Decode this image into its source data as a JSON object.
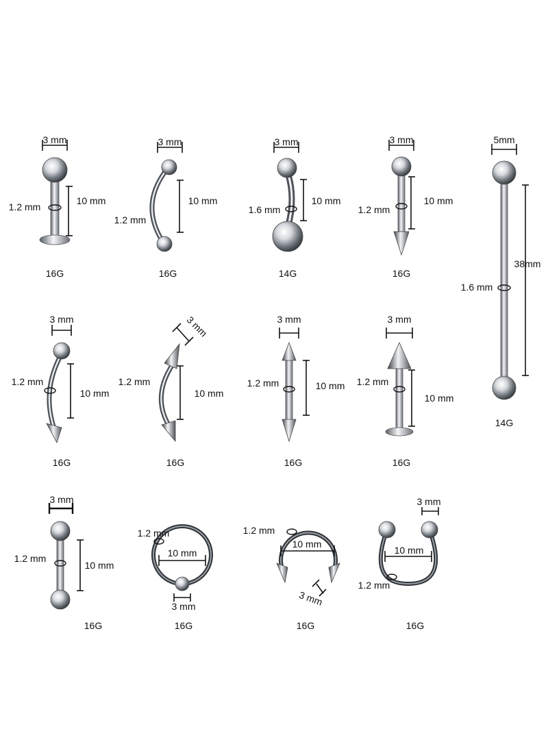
{
  "colors": {
    "line": "#111111",
    "metal_light": "#f2f3f5",
    "metal_mid": "#9aa0a6",
    "metal_dark": "#3e4247",
    "ring": "#4a4f55"
  },
  "items": [
    {
      "name": "labret-16g",
      "type": "labret",
      "ball": "3 mm",
      "thickness": "1.2 mm",
      "length": "10 mm",
      "gauge": "16G"
    },
    {
      "name": "curved-barbell-16g",
      "type": "curved-barbell",
      "ball": "3 mm",
      "thickness": "1.2 mm",
      "length": "10 mm",
      "gauge": "16G"
    },
    {
      "name": "belly-ring-14g",
      "type": "belly",
      "ball": "3 mm",
      "thickness": "1.6 mm",
      "length": "10 mm",
      "gauge": "14G"
    },
    {
      "name": "spike-bar-16g",
      "type": "spike-bar",
      "ball": "3 mm",
      "thickness": "1.2 mm",
      "length": "10 mm",
      "gauge": "16G"
    },
    {
      "name": "industrial-14g",
      "type": "industrial",
      "ball": "5mm",
      "thickness": "1.6 mm",
      "length": "38mm",
      "gauge": "14G"
    },
    {
      "name": "curved-ball-spike-16g",
      "type": "curved-ball-spike",
      "ball": "3 mm",
      "thickness": "1.2 mm",
      "length": "10 mm",
      "gauge": "16G"
    },
    {
      "name": "curved-double-spike-16g",
      "type": "curved-spikes",
      "ball": "3 mm",
      "thickness": "1.2 mm",
      "length": "10 mm",
      "gauge": "16G"
    },
    {
      "name": "straight-double-spike-16g",
      "type": "straight-spikes",
      "ball": "3 mm",
      "thickness": "1.2 mm",
      "length": "10 mm",
      "gauge": "16G"
    },
    {
      "name": "spike-labret-16g",
      "type": "spike-labret",
      "ball": "3 mm",
      "thickness": "1.2 mm",
      "length": "10 mm",
      "gauge": "16G"
    },
    {
      "name": "straight-barbell-16g",
      "type": "straight-barbell",
      "ball": "3 mm",
      "thickness": "1.2 mm",
      "length": "10 mm",
      "gauge": "16G"
    },
    {
      "name": "captive-bead-ring-16g",
      "type": "captive-ring",
      "ball": "3 mm",
      "thickness": "1.2 mm",
      "length": "10 mm",
      "gauge": "16G"
    },
    {
      "name": "horseshoe-spike-16g",
      "type": "horseshoe-spike",
      "ball": "3 mm",
      "thickness": "1.2 mm",
      "length": "10 mm",
      "gauge": "16G"
    },
    {
      "name": "horseshoe-ball-16g",
      "type": "horseshoe-ball",
      "ball": "3 mm",
      "thickness": "1.2 mm",
      "length": "10 mm",
      "gauge": "16G"
    }
  ]
}
